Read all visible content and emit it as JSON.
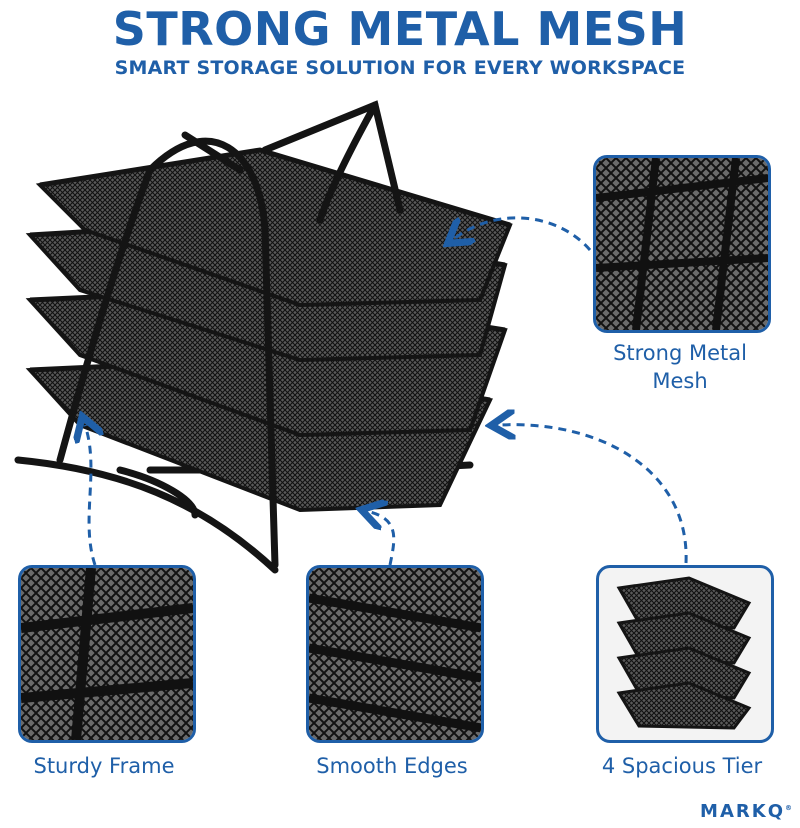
{
  "header": {
    "title": "STRONG METAL MESH",
    "subtitle": "SMART STORAGE SOLUTION FOR EVERY WORKSPACE"
  },
  "product": {
    "name": "4-tier metal mesh desk tray organizer",
    "tier_count": 4
  },
  "features": [
    {
      "label": "Strong Metal Mesh",
      "line1": "Strong Metal",
      "line2": "Mesh"
    },
    {
      "label": "Sturdy Frame"
    },
    {
      "label": "Smooth Edges"
    },
    {
      "label": "4 Spacious Tier"
    }
  ],
  "brand": {
    "name": "MARKQ",
    "mark": "®"
  },
  "colors": {
    "accent": "#1f5fa8",
    "frame": "#141414",
    "mesh": "#3a3a3a",
    "background": "#ffffff"
  }
}
